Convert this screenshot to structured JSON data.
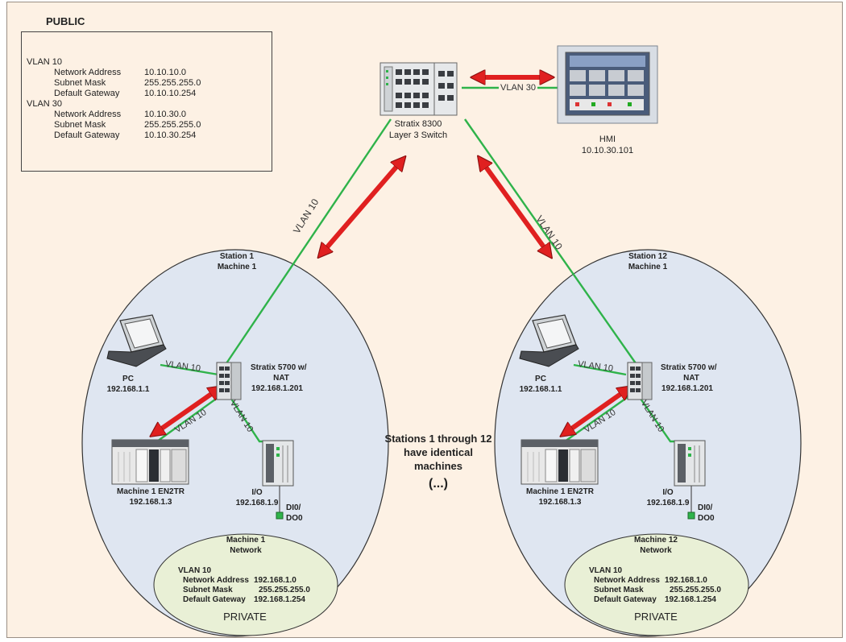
{
  "public": {
    "title": "PUBLIC",
    "vlan10": {
      "label": "VLAN 10",
      "rows": [
        [
          "Network Address",
          "10.10.10.0"
        ],
        [
          "Subnet Mask",
          "255.255.255.0"
        ],
        [
          "Default Gateway",
          "10.10.10.254"
        ]
      ]
    },
    "vlan30": {
      "label": "VLAN 30",
      "rows": [
        [
          "Network Address",
          "10.10.30.0"
        ],
        [
          "Subnet Mask",
          "255.255.255.0"
        ],
        [
          "Default Gateway",
          "10.10.30.254"
        ]
      ]
    }
  },
  "core": {
    "name": "Stratix 8300",
    "role": "Layer 3 Switch"
  },
  "hmi": {
    "name": "HMI",
    "ip": "10.10.30.101"
  },
  "links": {
    "core_hmi": "VLAN 30",
    "core_left": "VLAN 10",
    "core_right": "VLAN 10"
  },
  "middle_note": {
    "line1": "Stations 1 through 12",
    "line2": "have identical",
    "line3": "machines",
    "line4": "(...)"
  },
  "stations": [
    {
      "title1": "Station 1",
      "title2": "Machine 1",
      "pc_name": "PC",
      "pc_ip": "192.168.1.1",
      "switch_name1": "Stratix 5700 w/",
      "switch_name2": "NAT",
      "switch_ip": "192.168.1.201",
      "controller_name": "Machine 1 EN2TR",
      "controller_ip": "192.168.1.3",
      "io_name": "I/O",
      "io_ip": "192.168.1.9",
      "dio1": "DI0/",
      "dio2": "DO0",
      "vlan_pc": "VLAN 10",
      "vlan_ctrl": "VLAN 10",
      "vlan_io": "VLAN 10",
      "network_title1": "Machine 1",
      "network_title2": "Network",
      "net_vlan": "VLAN 10",
      "net_rows": [
        [
          "Network Address",
          "192.168.1.0"
        ],
        [
          "Subnet Mask",
          "255.255.255.0"
        ],
        [
          "Default Gateway",
          "192.168.1.254"
        ]
      ],
      "private": "PRIVATE"
    },
    {
      "title1": "Station 12",
      "title2": "Machine 1",
      "pc_name": "PC",
      "pc_ip": "192.168.1.1",
      "switch_name1": "Stratix 5700 w/",
      "switch_name2": "NAT",
      "switch_ip": "192.168.1.201",
      "controller_name": "Machine 1 EN2TR",
      "controller_ip": "192.168.1.3",
      "io_name": "I/O",
      "io_ip": "192.168.1.9",
      "dio1": "DI0/",
      "dio2": "DO0",
      "vlan_pc": "VLAN 10",
      "vlan_ctrl": "VLAN 10",
      "vlan_io": "VLAN 10",
      "network_title1": "Machine 12",
      "network_title2": "Network",
      "net_vlan": "VLAN 10",
      "net_rows": [
        [
          "Network Address",
          "192.168.1.0"
        ],
        [
          "Subnet Mask",
          "255.255.255.0"
        ],
        [
          "Default Gateway",
          "192.168.1.254"
        ]
      ],
      "private": "PRIVATE"
    }
  ]
}
